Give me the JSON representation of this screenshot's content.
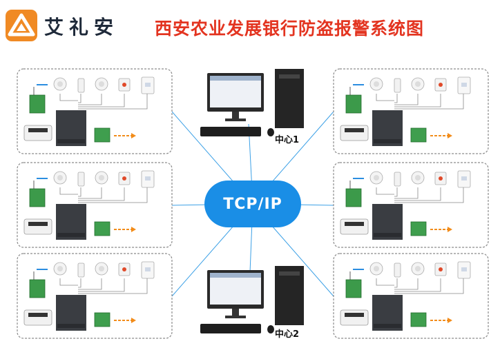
{
  "header": {
    "brand": "艾礼安",
    "title": "西安农业发展银行防盗报警系统图"
  },
  "network": {
    "hub_label": "TCP/IP",
    "centers": [
      {
        "label": "中心1"
      },
      {
        "label": "中心2"
      }
    ],
    "sites": [
      {
        "side": "left",
        "row": 1
      },
      {
        "side": "left",
        "row": 2
      },
      {
        "side": "left",
        "row": 3
      },
      {
        "side": "right",
        "row": 1
      },
      {
        "side": "right",
        "row": 2
      },
      {
        "side": "right",
        "row": 3
      }
    ]
  },
  "colors": {
    "title": "#e33420",
    "hub": "#1a8ee6",
    "link_line": "#3ba0e6",
    "arrow": "#f28c1a",
    "logo": "#f08a24"
  }
}
